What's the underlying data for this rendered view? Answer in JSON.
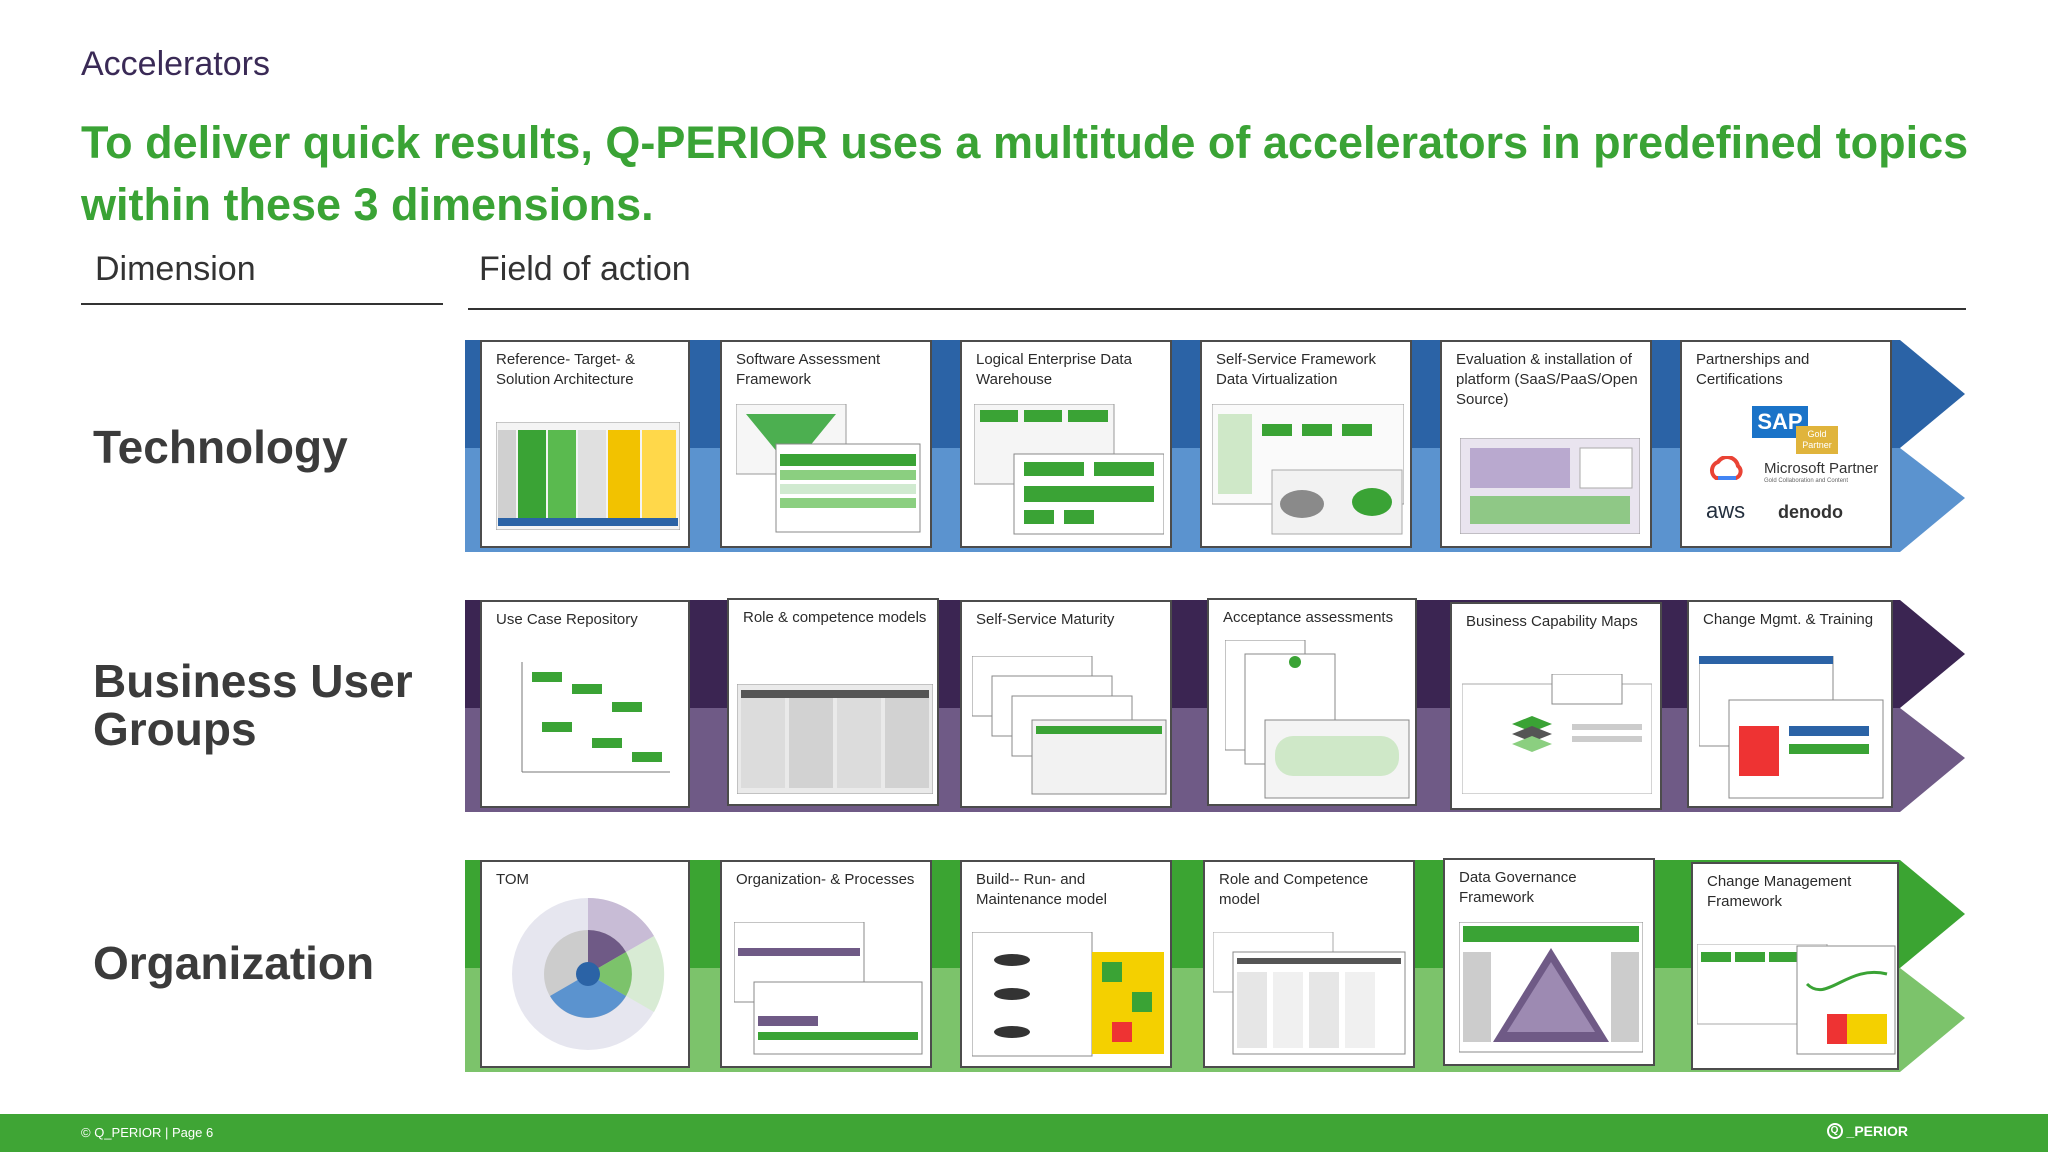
{
  "section_label": "Accelerators",
  "headline": "To deliver quick results, Q-PERIOR uses a multitude of accelerators in predefined topics within these 3 dimensions.",
  "columns": {
    "dimension": "Dimension",
    "field": "Field of action"
  },
  "rows": [
    {
      "dimension": "Technology",
      "colors": {
        "dark": "#2b63a6",
        "light": "#5b93cf"
      },
      "cards": [
        {
          "title": "Reference- Target- & Solution Architecture"
        },
        {
          "title": "Software Assessment Framework"
        },
        {
          "title": "Logical Enterprise Data Warehouse"
        },
        {
          "title": "Self-Service Framework Data Virtualization"
        },
        {
          "title": "Evaluation & installation of  platform (SaaS/PaaS/Open Source)"
        },
        {
          "title": "Partnerships and Certifications"
        }
      ]
    },
    {
      "dimension": "Business User Groups",
      "colors": {
        "dark": "#3b2552",
        "light": "#6f5a86"
      },
      "cards": [
        {
          "title": "Use Case Repository"
        },
        {
          "title": "Role & competence models"
        },
        {
          "title": "Self-Service Maturity"
        },
        {
          "title": "Acceptance assessments"
        },
        {
          "title": "Business Capability Maps"
        },
        {
          "title": "Change Mgmt. & Training"
        }
      ]
    },
    {
      "dimension": "Organization",
      "colors": {
        "dark": "#3ba432",
        "light": "#7cc36b"
      },
      "cards": [
        {
          "title": "TOM"
        },
        {
          "title": "Organization- & Processes"
        },
        {
          "title": "Build-- Run- and Maintenance model"
        },
        {
          "title": "Role and Competence model"
        },
        {
          "title": "Data Governance Framework"
        },
        {
          "title": "Change Management Framework"
        }
      ]
    }
  ],
  "partners": {
    "sap": "SAP",
    "sap_badge_1": "Gold",
    "sap_badge_2": "Partner",
    "microsoft": "Microsoft Partner",
    "microsoft_sub": "Gold  Collaboration and Content",
    "aws": "aws",
    "denodo": "denodo"
  },
  "footer": {
    "copyright": "© Q_PERIOR | Page 6",
    "logo": "_PERIOR",
    "logo_mark": "Q"
  }
}
